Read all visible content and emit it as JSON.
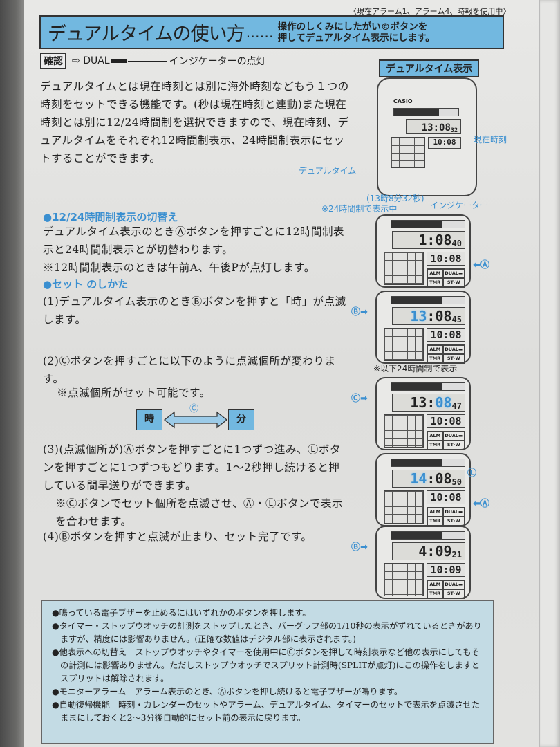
{
  "top_note": "〈現在アラーム1、アラーム4、時報を使用中〉",
  "header": {
    "title": "デュアルタイムの使い方",
    "dots": "……",
    "subtitle_1": "操作のしくみにしたがい©ボタンを",
    "subtitle_2": "押してデュアルタイム表示にします。"
  },
  "confirm": {
    "label": "確認",
    "arrow": "⇨",
    "dual": "DUAL",
    "text": "インジケーターの点灯"
  },
  "intro": "デュアルタイムとは現在時刻とは別に海外時刻などもう１つの時刻をセットできる機能です。(秒は現在時刻と連動)また現在時刻とは別に12/24時間制を選択できますので、現在時刻、デュアルタイムをそれぞれ12時間制表示、24時間制表示にセットすることができます。",
  "diagram": {
    "label": "デュアルタイム表示",
    "brand": "CASIO",
    "current_time_label": "現在時刻",
    "dual_time_label": "デュアルタイム",
    "indicator_label": "インジケーター",
    "time_note": "(13時8分32秒)",
    "note_24h": "※24時間制で表示中",
    "main_time": "13:08",
    "main_sec": "32",
    "sub_time": "10:08"
  },
  "section_1224": {
    "heading": "●12/24時間制表示の切替え",
    "body": "デュアルタイム表示のときⒶボタンを押すごとに12時間制表示と24時間制表示とが切替わります。",
    "note": "※12時間制表示のときは午前A、午後Pが点灯します。"
  },
  "section_set": {
    "heading": "●セット のしかた",
    "step1": "(1)デュアルタイム表示のときⒷボタンを押すと「時」が点滅します。",
    "step2": "(2)Ⓒボタンを押すごとに以下のように点滅個所が変わります。",
    "step2_note": "※点滅個所がセット可能です。",
    "cycle": {
      "from": "時",
      "button": "Ⓒ",
      "to": "分"
    },
    "step3": "(3)(点滅個所が)Ⓐボタンを押すごとに1つずつ進み、Ⓛボタンを押すごとに1つずつもどります。1～2秒押し続けると押している間早送りができます。",
    "step3_note": "※Ⓒボタンでセット個所を点滅させ、Ⓐ・Ⓛボタンで表示を合わせます。",
    "step4": "(4)Ⓑボタンを押すと点滅が止まり、セット完了です。"
  },
  "note_24h_below": "※以下24時間制で表示",
  "watches": [
    {
      "hour": "1",
      "min": "08",
      "sec": "40",
      "sub": "10:08",
      "flash": "",
      "button_right": "Ⓐ"
    },
    {
      "hour": "13",
      "min": "08",
      "sec": "45",
      "sub": "10:08",
      "flash": "hour",
      "button_left": "Ⓑ"
    },
    {
      "hour": "13",
      "min": "08",
      "sec": "47",
      "sub": "10:08",
      "flash": "min",
      "button_left": "Ⓒ"
    },
    {
      "hour": "14",
      "min": "08",
      "sec": "50",
      "sub": "10:08",
      "flash": "hour",
      "button_top": "Ⓛ",
      "button_right": "Ⓐ"
    },
    {
      "hour": "4",
      "min": "09",
      "sec": "21",
      "sub": "10:09",
      "flash": "",
      "button_left": "Ⓑ"
    }
  ],
  "watch_tags": [
    "ALM",
    "DUAL▬",
    "TMR",
    "ST·W"
  ],
  "notes": [
    "●鳴っている電子ブザーを止めるにはいずれかのボタンを押します。",
    "●タイマー・ストップウオッチの計測をストップしたとき、バーグラフ部の1/10秒の表示がずれているときがありますが、精度には影響ありません。(正確な数値はデジタル部に表示されます。)",
    "●他表示への切替え　ストップウオッチやタイマーを使用中にⒸボタンを押して時刻表示など他の表示にしてもその計測には影響ありません。ただしストップウオッチでスプリット計測時(SPLITが点灯)にこの操作をしますとスプリットは解除されます。",
    "●モニターアラーム　アラーム表示のとき、Ⓐボタンを押し続けると電子ブザーが鳴ります。",
    "●自動復帰機能　時刻・カレンダーのセットやアラーム、デュアルタイム、タイマーのセットで表示を点滅させたままにしておくと2～3分後自動的にセット前の表示に戻ります。"
  ],
  "colors": {
    "accent_blue": "#72b8e0",
    "text_blue": "#3a8fd0",
    "notes_bg": "#c3dbe4"
  }
}
